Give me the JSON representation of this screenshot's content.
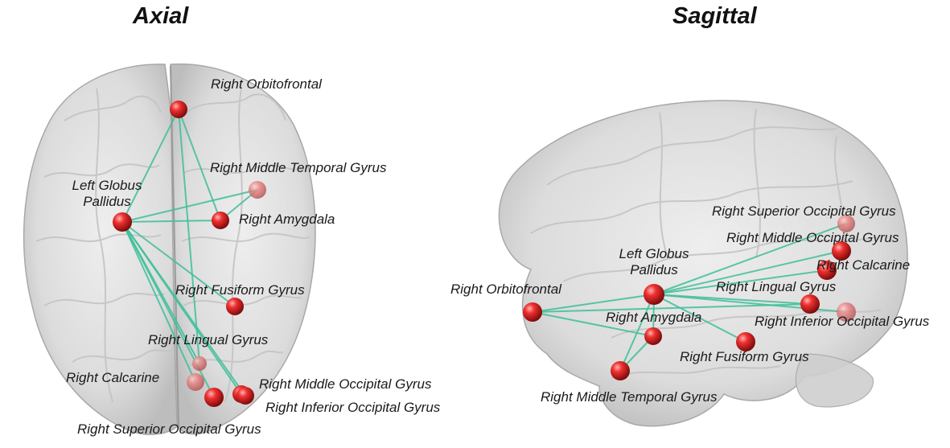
{
  "views": {
    "axial": {
      "title": "Axial",
      "labels": {
        "right_orbitofrontal": "Right Orbitofrontal",
        "right_middle_temporal_gyrus": "Right Middle Temporal Gyrus",
        "left_globus_pallidus_line1": "Left Globus",
        "left_globus_pallidus_line2": "Pallidus",
        "right_amygdala": "Right Amygdala",
        "right_fusiform_gyrus": "Right Fusiform Gyrus",
        "right_lingual_gyrus": "Right Lingual Gyrus",
        "right_calcarine": "Right Calcarine",
        "right_middle_occipital_gyrus": "Right Middle Occipital Gyrus",
        "right_inferior_occipital_gyrus": "Right Inferior Occipital Gyrus",
        "right_superior_occipital_gyrus": "Right Superior Occipital Gyrus"
      }
    },
    "sagittal": {
      "title": "Sagittal",
      "labels": {
        "right_superior_occipital_gyrus": "Right Superior Occipital Gyrus",
        "right_middle_occipital_gyrus": "Right Middle Occipital Gyrus",
        "left_globus_pallidus_line1": "Left Globus",
        "left_globus_pallidus_line2": "Pallidus",
        "right_calcarine": "Right Calcarine",
        "right_orbitofrontal": "Right Orbitofrontal",
        "right_lingual_gyrus": "Right Lingual Gyrus",
        "right_amygdala": "Right Amygdala",
        "right_inferior_occipital_gyrus": "Right Inferior Occipital Gyrus",
        "right_fusiform_gyrus": "Right Fusiform Gyrus",
        "right_middle_temporal_gyrus": "Right Middle Temporal Gyrus"
      }
    }
  },
  "colors": {
    "node": "#e02020",
    "edge": "#3fbf9a",
    "brain": "#d4d4d4"
  },
  "connections": [
    [
      "left_globus_pallidus",
      "right_orbitofrontal"
    ],
    [
      "left_globus_pallidus",
      "right_middle_temporal_gyrus"
    ],
    [
      "left_globus_pallidus",
      "right_amygdala"
    ],
    [
      "left_globus_pallidus",
      "right_fusiform_gyrus"
    ],
    [
      "left_globus_pallidus",
      "right_lingual_gyrus"
    ],
    [
      "left_globus_pallidus",
      "right_calcarine"
    ],
    [
      "left_globus_pallidus",
      "right_middle_occipital_gyrus"
    ],
    [
      "left_globus_pallidus",
      "right_inferior_occipital_gyrus"
    ],
    [
      "left_globus_pallidus",
      "right_superior_occipital_gyrus"
    ],
    [
      "right_orbitofrontal",
      "right_amygdala"
    ],
    [
      "right_orbitofrontal",
      "right_lingual_gyrus"
    ],
    [
      "right_amygdala",
      "right_middle_temporal_gyrus"
    ]
  ]
}
